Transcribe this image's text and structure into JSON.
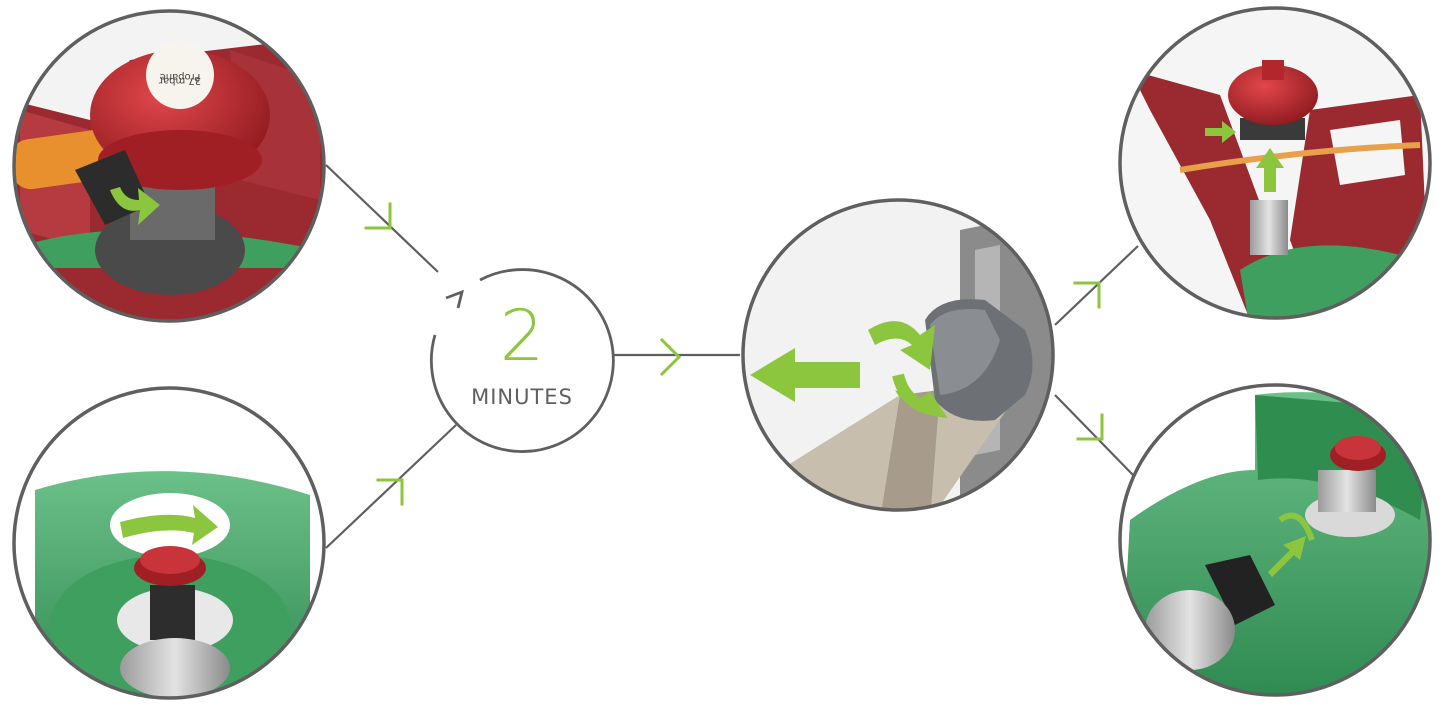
{
  "center": {
    "number": "2",
    "caption": "MINUTES"
  },
  "regulator_label": {
    "gas": "Propane",
    "pressure": "37 mbar"
  },
  "steps": [
    {
      "name": "regulator-disconnect-step",
      "scene": "red regulator lever turned on cylinder"
    },
    {
      "name": "valve-close-step",
      "scene": "red hand wheel on green cylinder turned"
    },
    {
      "name": "appliance-knob-step",
      "scene": "grey appliance knob turned off"
    },
    {
      "name": "regulator-fit-step",
      "scene": "red regulator pushed onto red cylinder valve"
    },
    {
      "name": "connector-screw-step",
      "scene": "black connector screwed onto green cylinder valve"
    }
  ],
  "colors": {
    "ring": "#5f5f5f",
    "accent_green": "#8cc63f",
    "regulator_red": "#b3262c",
    "cylinder_green": "#4aa86b",
    "cylinder_red": "#9b2a30",
    "knob_grey": "#707478"
  }
}
